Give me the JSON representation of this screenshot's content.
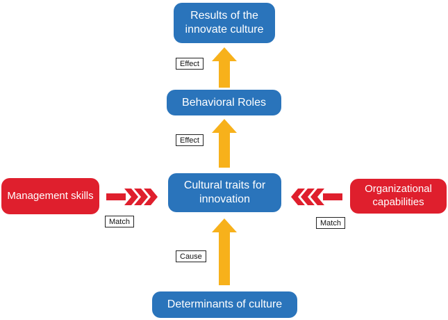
{
  "nodes": {
    "results": "Results of the innovate culture",
    "behavioral": "Behavioral Roles",
    "cultural": "Cultural traits for innovation",
    "determinants": "Determinants of culture",
    "management": "Management skills",
    "organizational": "Organizational capabilities"
  },
  "edge_labels": {
    "effect_top": "Effect",
    "effect_middle": "Effect",
    "cause": "Cause",
    "match_left": "Match",
    "match_right": "Match"
  },
  "colors": {
    "box_blue": "#2a74bb",
    "box_red": "#df1f2d",
    "arrow_yellow": "#f7b11b",
    "chevron_red": "#df1f2d"
  }
}
